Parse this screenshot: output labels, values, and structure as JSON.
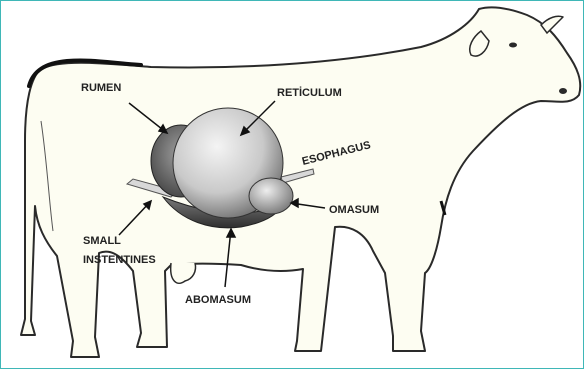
{
  "labels": {
    "rumen": "RUMEN",
    "reticulum": "RETİCULUM",
    "esophagus": "ESOPHAGUS",
    "omasum": "OMASUM",
    "small_intestines_line1": "SMALL",
    "small_intestines_line2": "INSTENTINES",
    "abomasum": "ABOMASUM"
  },
  "colors": {
    "frame_border": "#3fb7b7",
    "body_fill": "#fdfdf2",
    "outline": "#2a2a2a",
    "stomach_shade": "#8a8a8a"
  }
}
